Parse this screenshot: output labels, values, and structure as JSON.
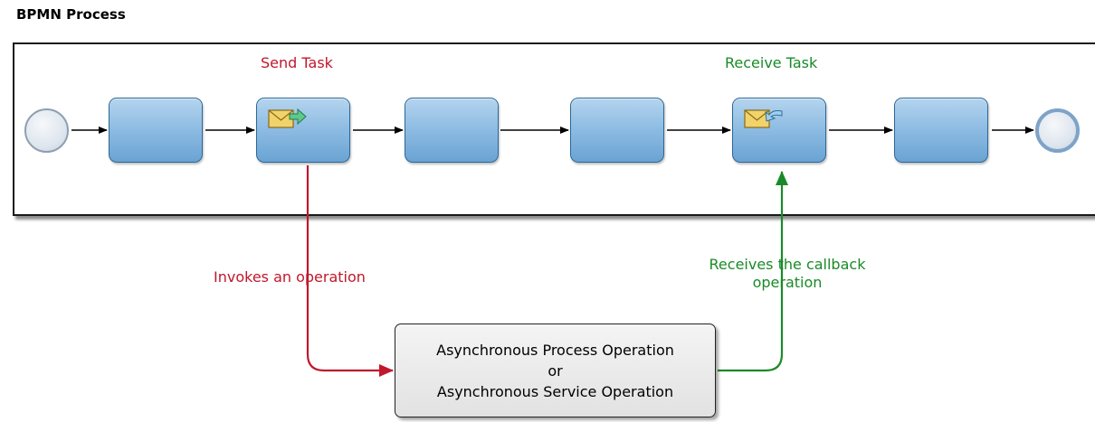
{
  "title": "BPMN Process",
  "pool": {
    "send_task_label": "Send Task",
    "receive_task_label": "Receive Task"
  },
  "connectors": {
    "invoke_label": "Invokes an operation",
    "callback_label_line1": "Receives the callback",
    "callback_label_line2": "operation"
  },
  "operation_box": {
    "line1": "Asynchronous Process Operation",
    "line2": "or",
    "line3": "Asynchronous Service Operation"
  },
  "colors": {
    "send_red": "#c0182c",
    "receive_green": "#1a8a28",
    "task_blue": "#8cbbe2"
  },
  "icons": {
    "send_task": "envelope-send-icon",
    "receive_task": "envelope-receive-icon"
  }
}
